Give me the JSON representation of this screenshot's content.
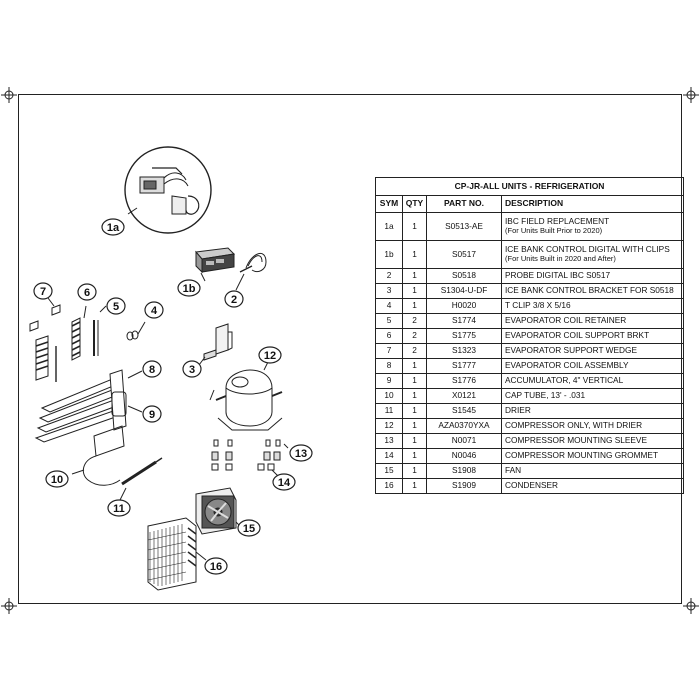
{
  "table": {
    "title": "CP-JR-ALL UNITS - REFRIGERATION",
    "headers": [
      "SYM",
      "QTY",
      "PART NO.",
      "DESCRIPTION"
    ],
    "rows": [
      {
        "sym": "1a",
        "qty": "1",
        "part": "S0513-AE",
        "desc": "IBC FIELD REPLACEMENT",
        "note": "(For Units Built Prior to 2020)"
      },
      {
        "sym": "1b",
        "qty": "1",
        "part": "S0517",
        "desc": "ICE BANK CONTROL DIGITAL WITH CLIPS",
        "note": "(For Units Built in 2020 and After)"
      },
      {
        "sym": "2",
        "qty": "1",
        "part": "S0518",
        "desc": "PROBE DIGITAL IBC S0517"
      },
      {
        "sym": "3",
        "qty": "1",
        "part": "S1304-U-DF",
        "desc": "ICE BANK CONTROL BRACKET FOR S0518"
      },
      {
        "sym": "4",
        "qty": "1",
        "part": "H0020",
        "desc": "T CLIP 3/8 X 5/16"
      },
      {
        "sym": "5",
        "qty": "2",
        "part": "S1774",
        "desc": "EVAPORATOR COIL RETAINER"
      },
      {
        "sym": "6",
        "qty": "2",
        "part": "S1775",
        "desc": "EVAPORATOR COIL SUPPORT BRKT"
      },
      {
        "sym": "7",
        "qty": "2",
        "part": "S1323",
        "desc": "EVAPORATOR SUPPORT WEDGE"
      },
      {
        "sym": "8",
        "qty": "1",
        "part": "S1777",
        "desc": "EVAPORATOR COIL ASSEMBLY"
      },
      {
        "sym": "9",
        "qty": "1",
        "part": "S1776",
        "desc": "ACCUMULATOR, 4\" VERTICAL"
      },
      {
        "sym": "10",
        "qty": "1",
        "part": "X0121",
        "desc": "CAP TUBE, 13' - .031"
      },
      {
        "sym": "11",
        "qty": "1",
        "part": "S1545",
        "desc": "DRIER"
      },
      {
        "sym": "12",
        "qty": "1",
        "part": "AZA0370YXA",
        "desc": "COMPRESSOR ONLY, WITH DRIER"
      },
      {
        "sym": "13",
        "qty": "1",
        "part": "N0071",
        "desc": "COMPRESSOR MOUNTING SLEEVE"
      },
      {
        "sym": "14",
        "qty": "1",
        "part": "N0046",
        "desc": "COMPRESSOR MOUNTING GROMMET"
      },
      {
        "sym": "15",
        "qty": "1",
        "part": "S1908",
        "desc": "FAN"
      },
      {
        "sym": "16",
        "qty": "1",
        "part": "S1909",
        "desc": "CONDENSER"
      }
    ]
  },
  "callouts": [
    "1a",
    "1b",
    "2",
    "3",
    "4",
    "5",
    "6",
    "7",
    "8",
    "9",
    "10",
    "11",
    "12",
    "13",
    "14",
    "15",
    "16"
  ]
}
